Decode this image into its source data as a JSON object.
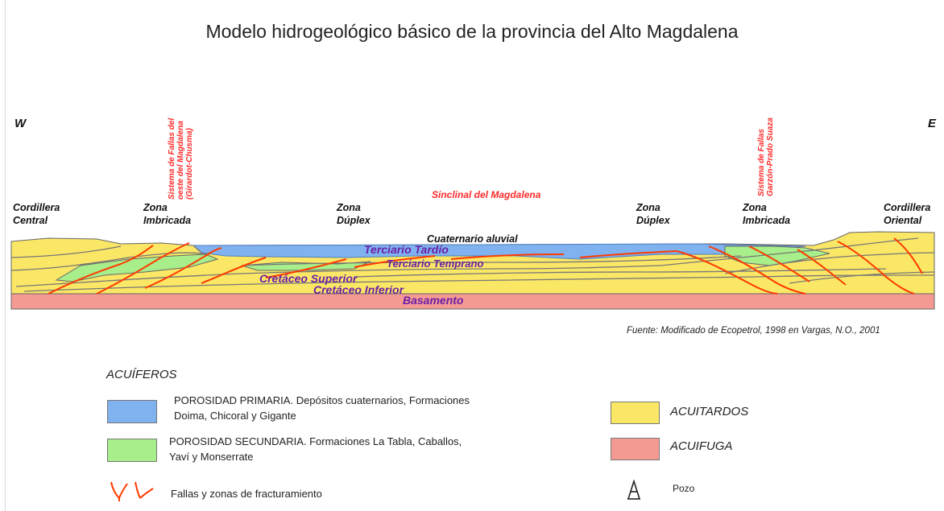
{
  "title": "Modelo hidrogeológico básico de la  provincia del Alto Magdalena",
  "directions": {
    "west": "W",
    "east": "E"
  },
  "zones": {
    "cordillera_central": [
      "Cordillera",
      "Central"
    ],
    "zona_imbricada_left": [
      "Zona",
      "Imbricada"
    ],
    "zona_duplex_left": [
      "Zona",
      "Dúplex"
    ],
    "zona_duplex_right": [
      "Zona",
      "Dúplex"
    ],
    "zona_imbricada_right": [
      "Zona",
      "Imbricada"
    ],
    "cordillera_oriental": [
      "Cordillera",
      "Oriental"
    ]
  },
  "fault_systems": {
    "left": [
      "Sistema de Fallas del",
      "oeste del Magdalena",
      "(Girardot-Chusma)"
    ],
    "right": [
      "Sistema de Fallas",
      "Garzón-Prado Suaza"
    ]
  },
  "syncline": "Sinclinal del Magdalena",
  "strata": {
    "cuaternario": "Cuaternario aluvial",
    "terciario_tardio": "Terciario Tardío",
    "terciario_temprano": "Terciario Temprano",
    "cretaceo_superior": "Cretáceo Superior",
    "cretaceo_inferior": "Cretáceo Inferior",
    "basamento": "Basamento"
  },
  "source": "Fuente: Modificado de Ecopetrol, 1998 en Vargas, N.O., 2001",
  "legend": {
    "acuiferos_heading": "ACUÍFEROS",
    "primaria": [
      "POROSIDAD PRIMARIA. Depósitos cuaternarios, Formaciones",
      "Doima, Chicoral y Gigante"
    ],
    "secundaria": [
      "POROSIDAD SECUNDARIA. Formaciones La Tabla, Caballos,",
      "Yaví y Monserrate"
    ],
    "fallas": "Fallas y zonas de fracturamiento",
    "acuitardos": "ACUITARDOS",
    "acuifuga": "ACUIFUGA",
    "pozo": "Pozo"
  },
  "colors": {
    "primaria": "#7fb2ee",
    "secundaria": "#a8ee8a",
    "acuitardo": "#fbe766",
    "acuifuga": "#f59a92",
    "fault": "#ff3a00",
    "strata_label": "#6a1fa8",
    "red_label": "#ff2a2a"
  }
}
